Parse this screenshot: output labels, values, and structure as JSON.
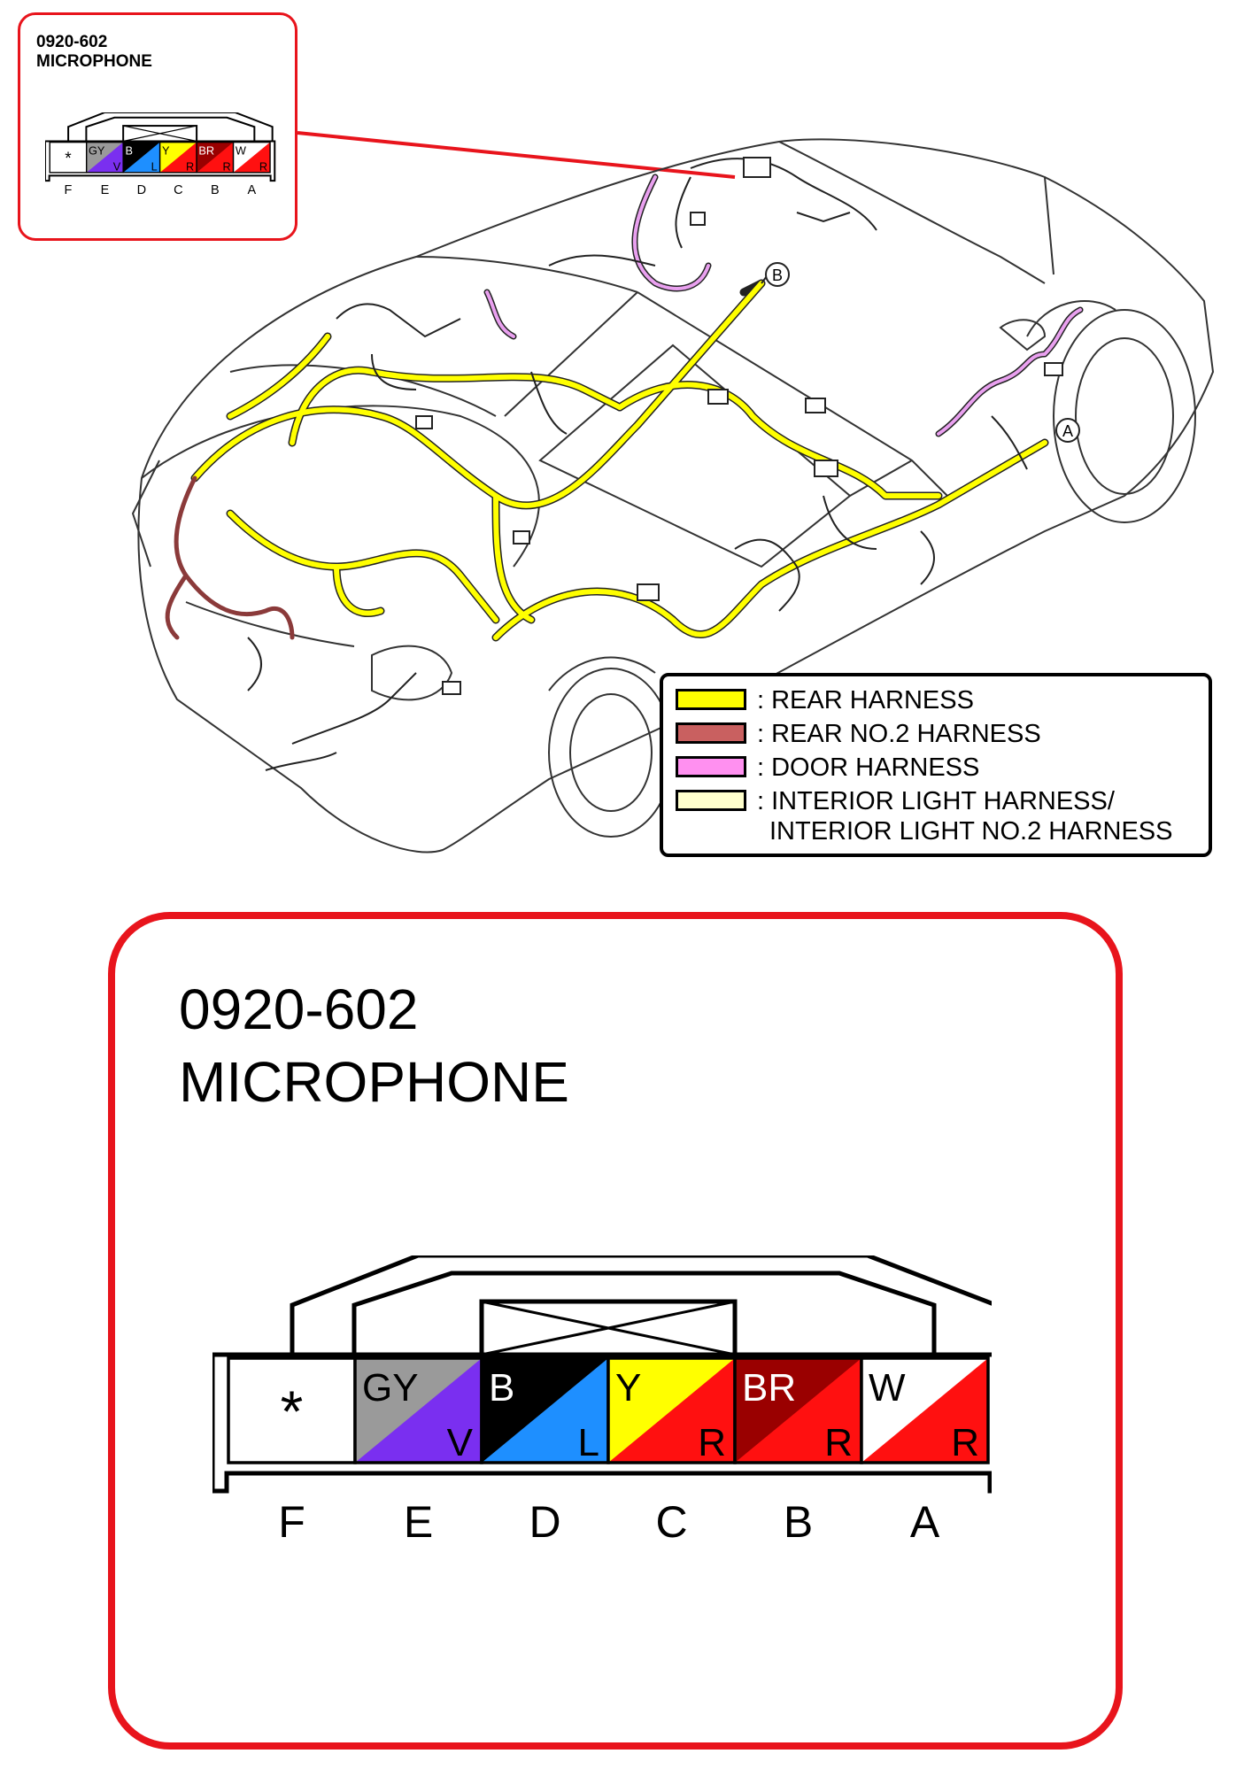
{
  "connector": {
    "code": "0920-602",
    "name": "MICROPHONE",
    "pins": [
      {
        "letter": "F",
        "top_label": "",
        "bottom_label": "",
        "symbol": "*",
        "top_color": "#ffffff",
        "bottom_color": "#ffffff",
        "top_text_color": "#000000",
        "bottom_text_color": "#000000"
      },
      {
        "letter": "E",
        "top_label": "GY",
        "bottom_label": "V",
        "top_color": "#9a9a9a",
        "bottom_color": "#7a2ff0",
        "top_text_color": "#000000",
        "bottom_text_color": "#000000"
      },
      {
        "letter": "D",
        "top_label": "B",
        "bottom_label": "L",
        "top_color": "#000000",
        "bottom_color": "#1e8fff",
        "top_text_color": "#ffffff",
        "bottom_text_color": "#000000"
      },
      {
        "letter": "C",
        "top_label": "Y",
        "bottom_label": "R",
        "top_color": "#ffff00",
        "bottom_color": "#ff1010",
        "top_text_color": "#000000",
        "bottom_text_color": "#000000"
      },
      {
        "letter": "B",
        "top_label": "BR",
        "bottom_label": "R",
        "top_color": "#9a0000",
        "bottom_color": "#ff1010",
        "top_text_color": "#ffffff",
        "bottom_text_color": "#000000"
      },
      {
        "letter": "A",
        "top_label": "W",
        "bottom_label": "R",
        "top_color": "#ffffff",
        "bottom_color": "#ff1010",
        "top_text_color": "#000000",
        "bottom_text_color": "#000000"
      }
    ]
  },
  "legend": {
    "items": [
      {
        "label": ": REAR HARNESS",
        "color": "#ffff00"
      },
      {
        "label": ": REAR NO.2 HARNESS",
        "color": "#c96060"
      },
      {
        "label": ": DOOR HARNESS",
        "color": "#ff90f0"
      },
      {
        "label": ": INTERIOR LIGHT HARNESS/",
        "label2": "INTERIOR LIGHT NO.2 HARNESS",
        "color": "#ffffcc"
      }
    ]
  },
  "markers": {
    "a": "A",
    "b": "B"
  },
  "colors": {
    "callout_border": "#e8141c",
    "rear_harness": "#ffff00",
    "rear_no2": "#8b3a3a",
    "door": "#c77dc4"
  }
}
